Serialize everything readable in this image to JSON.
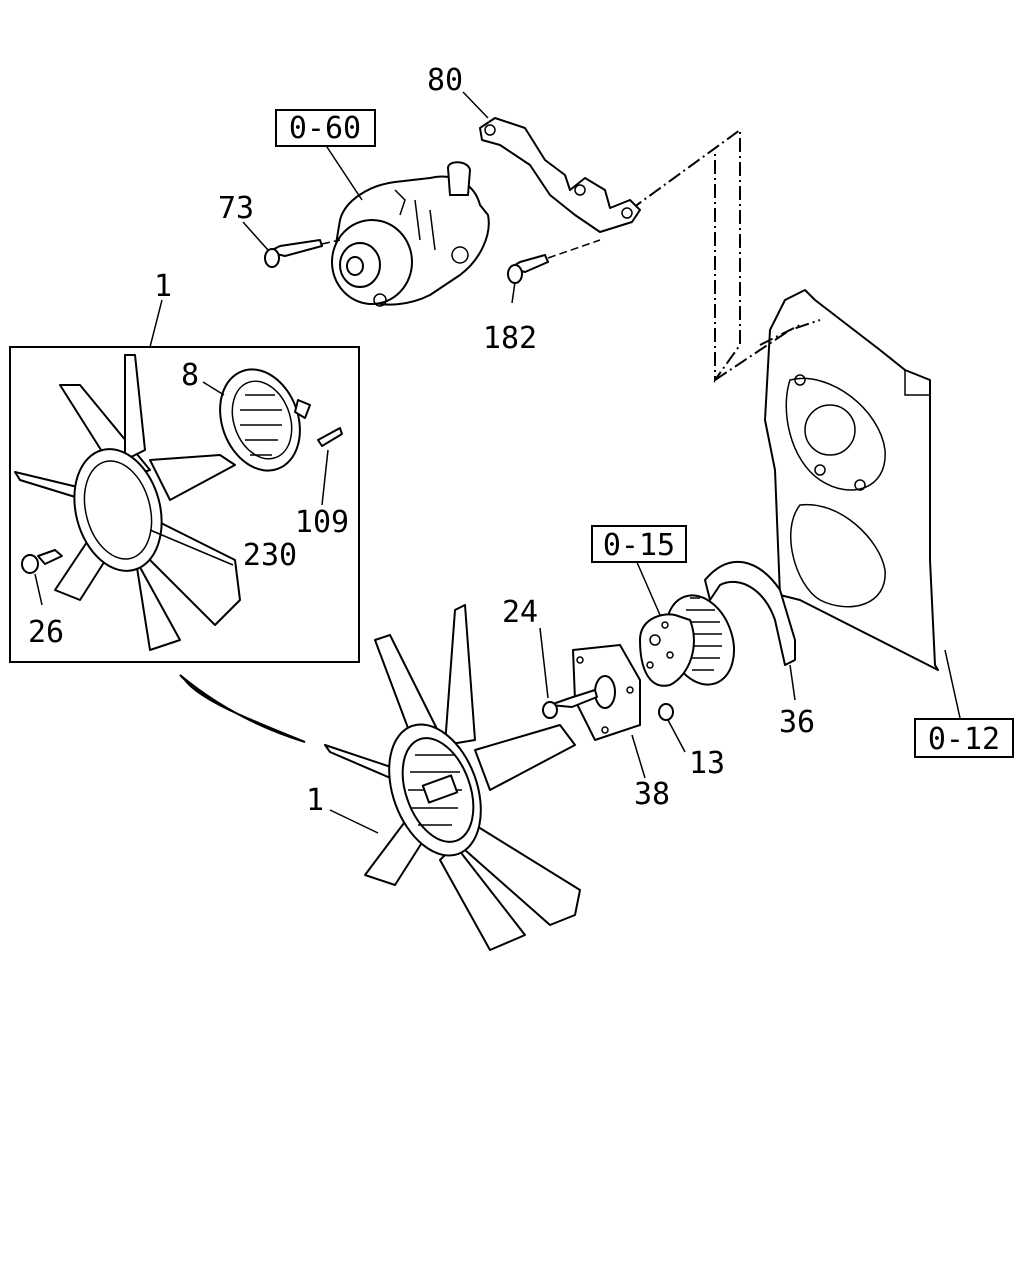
{
  "callouts": {
    "c80": "80",
    "c73": "73",
    "c182": "182",
    "c1_top": "1",
    "c8": "8",
    "c109": "109",
    "c230": "230",
    "c26": "26",
    "c24": "24",
    "c13": "13",
    "c38": "38",
    "c36": "36",
    "c1_bottom": "1"
  },
  "refs": {
    "r060": "0-60",
    "r015": "0-15",
    "r012": "0-12"
  }
}
